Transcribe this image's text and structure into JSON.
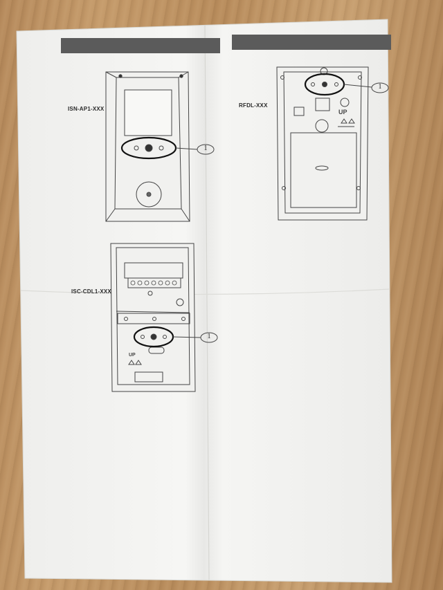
{
  "devices": [
    {
      "model": "ISN-AP1-XXX",
      "callout": "1"
    },
    {
      "model": "RFDL-XXX",
      "callout": "1",
      "up_label": "UP"
    },
    {
      "model": "ISC-CDL1-XXX",
      "callout": "1",
      "up_label": "UP"
    }
  ],
  "colors": {
    "paper": "#f3f3f1",
    "header_bar": "#5b5b5b",
    "wood": "#b88c5c",
    "line_art": "#444444"
  }
}
